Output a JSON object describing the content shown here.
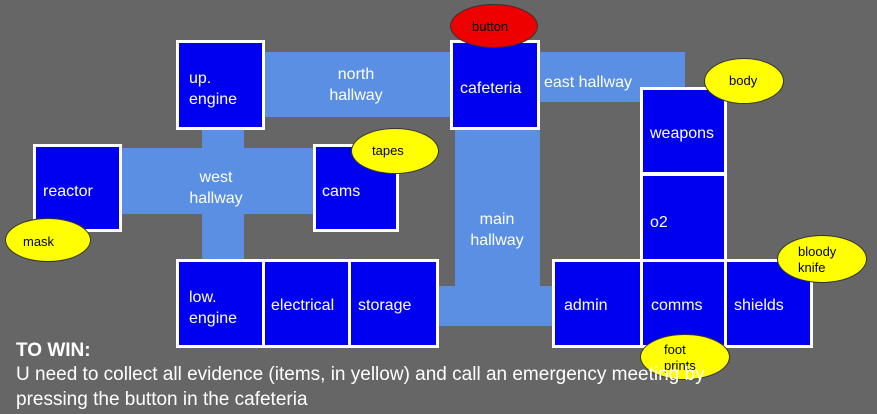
{
  "colors": {
    "background": "#666666",
    "room_fill": "#0000F0",
    "room_border": "#FFFFFF",
    "hallway": "#5A8FE3",
    "evidence": "#FFFF00",
    "button": "#EE0000"
  },
  "rooms": {
    "upper_engine": "up.\nengine",
    "cafeteria": "cafeteria",
    "weapons": "weapons",
    "reactor": "reactor",
    "cams": "cams",
    "o2": "o2",
    "lower_engine": "low.\nengine",
    "electrical": "electrical",
    "storage": "storage",
    "admin": "admin",
    "comms": "comms",
    "shields": "shields"
  },
  "hallways": {
    "north": "north\nhallway",
    "east": "east hallway",
    "west": "west\nhallway",
    "main": "main\nhallway"
  },
  "evidence": {
    "body": "body",
    "tapes": "tapes",
    "mask": "mask",
    "bloody_knife": "bloody\nknife",
    "foot_prints": "foot\nprints"
  },
  "meeting_button": "button",
  "instructions": {
    "title": "TO WIN:",
    "text": "U need to collect all evidence (items, in yellow) and call an emergency meeting by pressing the button in the cafeteria"
  }
}
